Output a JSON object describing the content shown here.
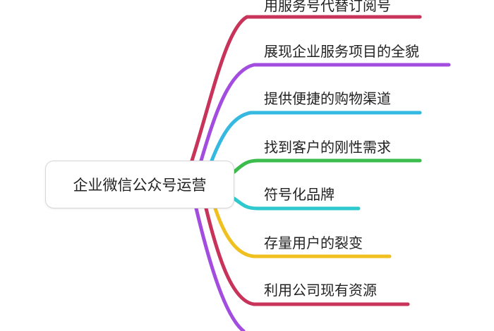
{
  "center": {
    "label": "企业微信公众号运营"
  },
  "branches": [
    {
      "label": "用服务号代替订阅号",
      "color": "#c8335a"
    },
    {
      "label": "展现企业服务项目的全貌",
      "color": "#a34de0"
    },
    {
      "label": "提供便捷的购物渠道",
      "color": "#35b9e0"
    },
    {
      "label": "找到客户的刚性需求",
      "color": "#3cbc4c"
    },
    {
      "label": "符号化品牌",
      "color": "#2ec9cf"
    },
    {
      "label": "存量用户的裂变",
      "color": "#f0c020"
    },
    {
      "label": "利用公司现有资源",
      "color": "#c8335a"
    },
    {
      "label": "",
      "color": "#a34de0"
    }
  ]
}
